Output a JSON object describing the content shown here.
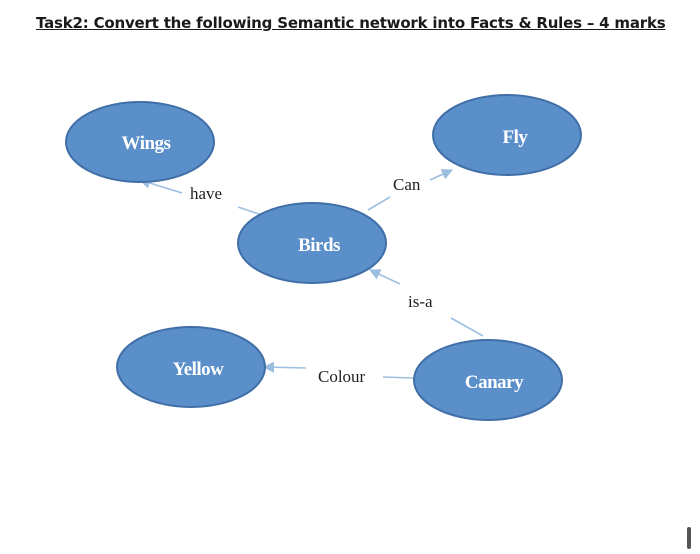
{
  "title": "Task2: Convert the following Semantic network into Facts & Rules – 4 marks",
  "nodes": {
    "wings": "Wings",
    "fly": "Fly",
    "birds": "Birds",
    "yellow": "Yellow",
    "canary": "Canary"
  },
  "edges": {
    "have": "have",
    "can": "Can",
    "is_a": "is-a",
    "colour": "Colour"
  },
  "colors": {
    "node_fill": "#5b8fca",
    "node_stroke": "#3f6fa6",
    "edge": "#9cbee0"
  }
}
